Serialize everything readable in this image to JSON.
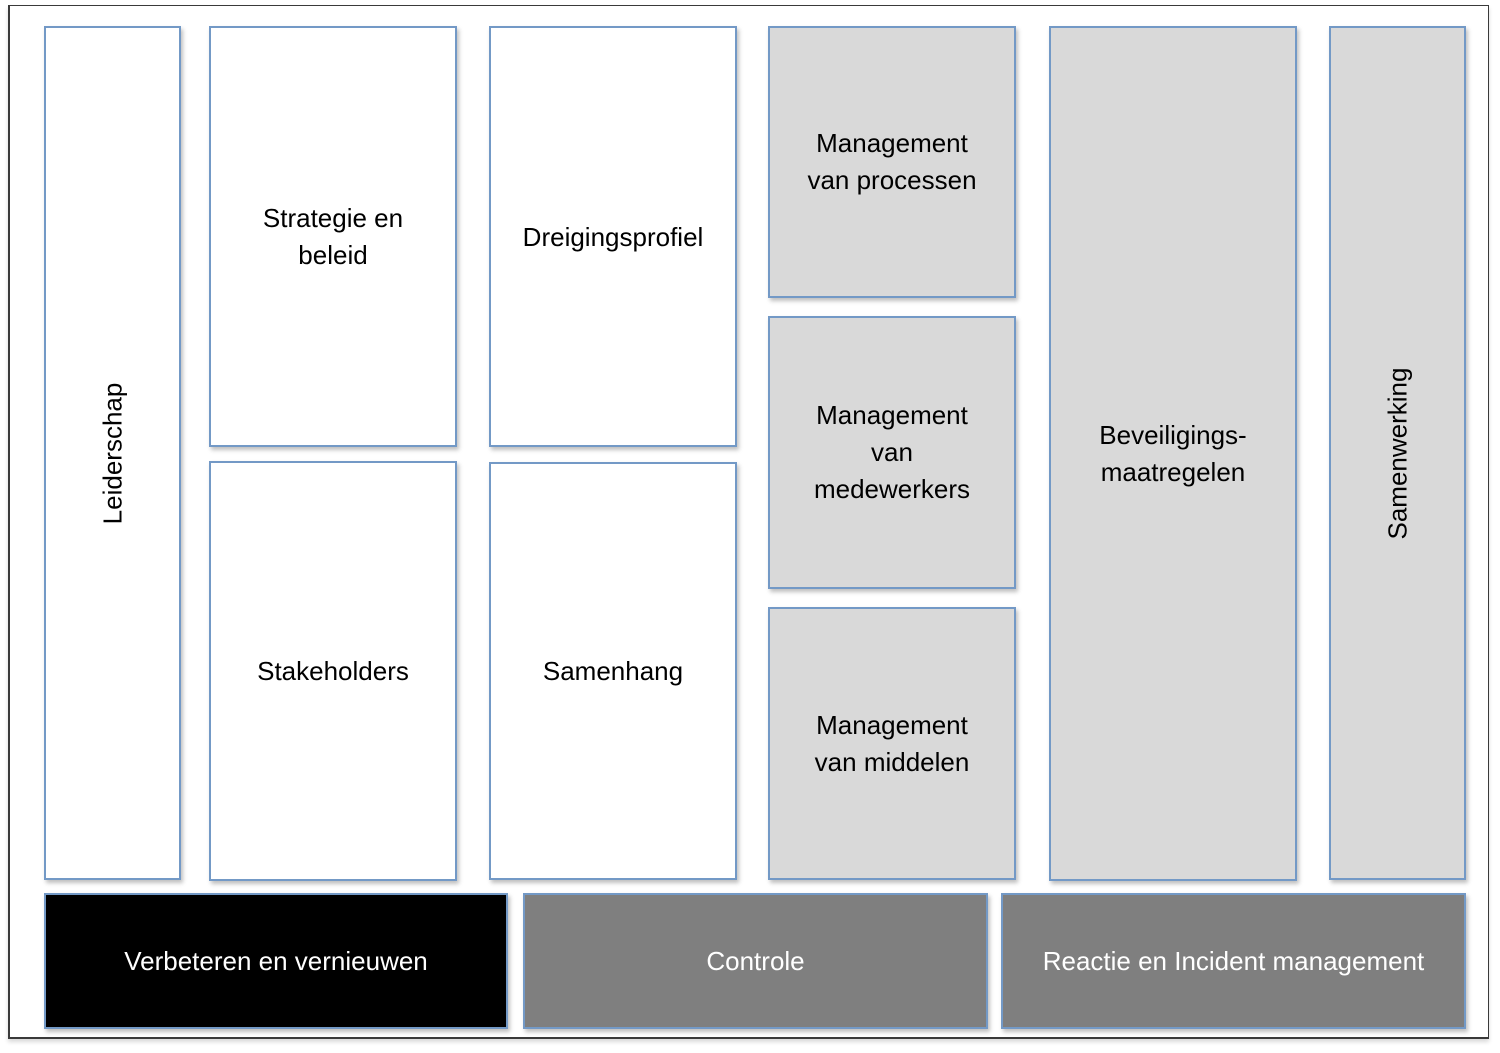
{
  "diagram": {
    "columns": [
      {
        "id": "leiderschap",
        "label": "Leiderschap",
        "orientation": "vertical"
      },
      {
        "id": "strategie",
        "label": "Strategie en\nbeleid"
      },
      {
        "id": "stakeholders",
        "label": "Stakeholders"
      },
      {
        "id": "dreigingsprofiel",
        "label": "Dreigingsprofiel"
      },
      {
        "id": "samenhang",
        "label": "Samenhang"
      },
      {
        "id": "management-processen",
        "label": "Management\nvan processen"
      },
      {
        "id": "management-medewerkers",
        "label": "Management\nvan\nmedewerkers"
      },
      {
        "id": "management-middelen",
        "label": "Management\nvan middelen"
      },
      {
        "id": "beveiligingsmaatregelen",
        "label": "Beveiligings-\nmaatregelen"
      },
      {
        "id": "samenwerking",
        "label": "Samenwerking",
        "orientation": "vertical"
      }
    ],
    "bottom": [
      {
        "id": "verbeteren",
        "label": "Verbeteren en vernieuwen"
      },
      {
        "id": "controle",
        "label": "Controle"
      },
      {
        "id": "reactie",
        "label": "Reactie en Incident management"
      }
    ],
    "colors": {
      "border": "#7399c6",
      "white_fill": "#ffffff",
      "grey_fill": "#d9d9d9",
      "black_fill": "#000000",
      "dark_grey_fill": "#7f7f7f"
    }
  }
}
